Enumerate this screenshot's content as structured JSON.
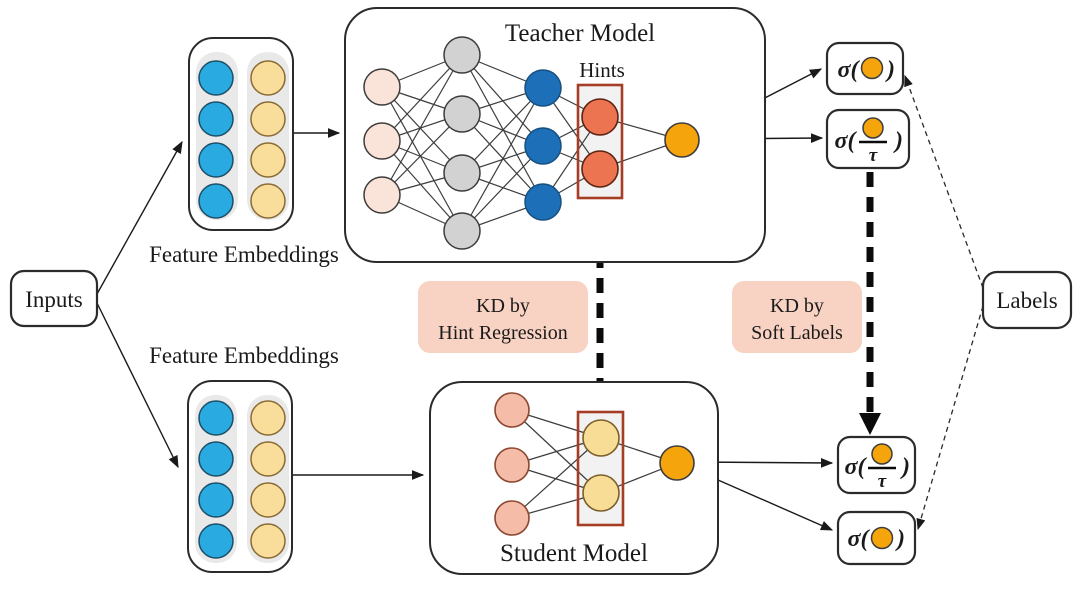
{
  "diagram": {
    "inputs": "Inputs",
    "labels": "Labels",
    "teacher_title": "Teacher Model",
    "hints": "Hints",
    "student_title": "Student Model",
    "feature_embeddings_top": "Feature Embeddings",
    "feature_embeddings_bottom": "Feature Embeddings",
    "kd_hint_line1": "KD by",
    "kd_hint_line2": "Hint Regression",
    "kd_soft_line1": "KD by",
    "kd_soft_line2": "Soft Labels",
    "sigma_open": "σ(",
    "sigma_close": ")",
    "tau": "τ"
  },
  "palette": {
    "ink": "#1a1a1a",
    "line": "#3d3d3d",
    "box-stroke": "#2b2b2b",
    "blue": "#29aae1",
    "embed-yellow": "#f9dd9b",
    "pill-gray": "#e9e9e9",
    "teacher-input-pink": "#fae3d8",
    "node-gray": "#d2d2d2",
    "deep-blue": "#1d6fb8",
    "hint-orange": "#ed7450",
    "output-orange": "#f5a50b",
    "student-pink": "#f5bca7",
    "student-yellow": "#f8dd96",
    "kd-pink": "#f8d2c2",
    "hint-box-stroke": "#a63e26",
    "hint-box-fill": "#f2f2f2"
  }
}
